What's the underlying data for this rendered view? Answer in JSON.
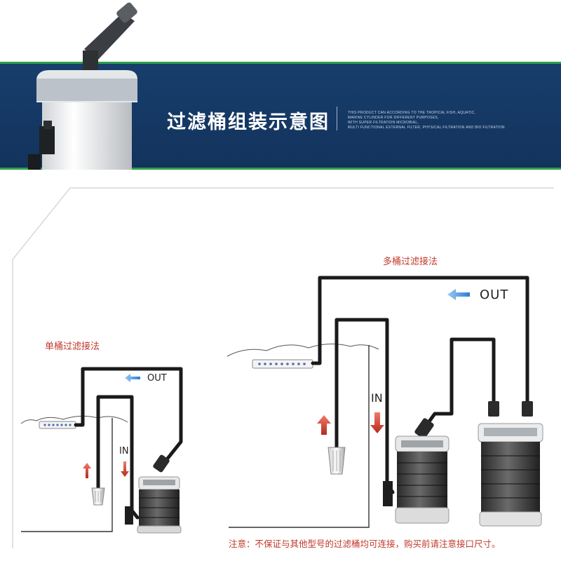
{
  "banner": {
    "title": "过滤桶组装示意图",
    "subtitle_lines": [
      "THIS PRODUCT CAN ACCORDING TO THE TROPICAL FISH, AQUATIC,",
      "MARINE CYLINDER FOR DIFFERENT PURPOSES,",
      "WITH SUPER FILTRATION MICROBIAL,",
      "MULTI FUNCTIONAL EXTERNAL FILTER, PHYSICAL FILTRATION AND BIO FILTRATION"
    ]
  },
  "single_setup": {
    "title": "单桶过滤接法",
    "out_label": "OUT",
    "in_label": "IN"
  },
  "multi_setup": {
    "title": "多桶过滤接法",
    "out_label": "OUT",
    "in_label": "IN"
  },
  "note": "注意：不保证与其他型号的过滤桶均可连接，购买前请注意接口尺寸。",
  "colors": {
    "banner_bg": "#153a66",
    "banner_stripe": "#2fa04a",
    "title_red": "#c0392b",
    "out_arrow_blue": "#3a8fd8",
    "in_arrow_red": "#c0392b",
    "tube": "#1a1a1a"
  },
  "icons": [
    "out-arrow-icon",
    "in-arrow-icon",
    "intake-strainer-icon",
    "spray-bar-icon",
    "filter-canister-icon"
  ]
}
